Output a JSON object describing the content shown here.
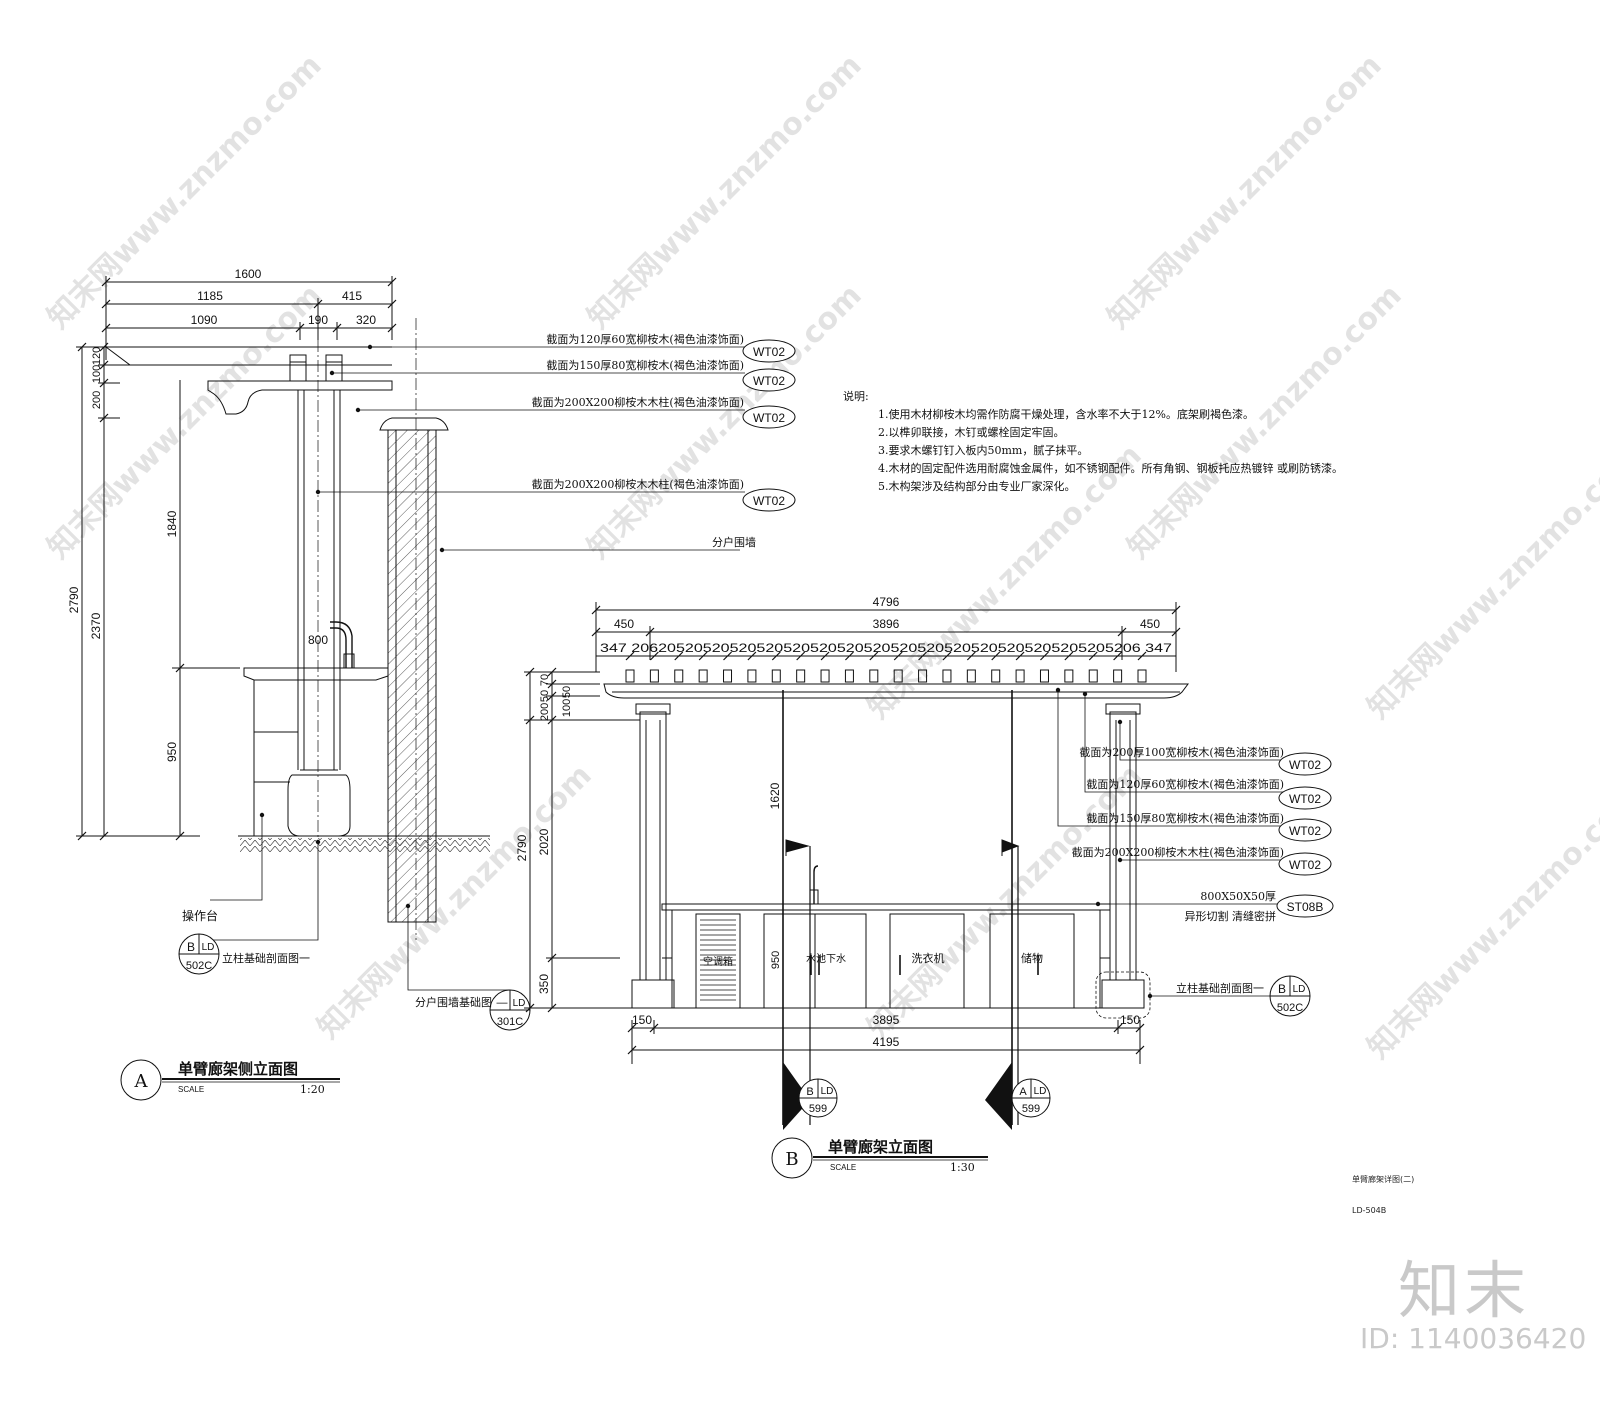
{
  "watermark": {
    "text": "知末网www.znzmo.com"
  },
  "notes": {
    "title": "说明:",
    "items": [
      "1.使用木材柳桉木均需作防腐干燥处理，含水率不大于12%。底架刷褐色漆。",
      "2.以榫卯联接，木钉或螺栓固定牢固。",
      "3.要求木螺钉钉入板内50mm，腻子抹平。",
      "4.木材的固定配件选用耐腐蚀金属件，如不锈钢配件。所有角钢、钢板托应热镀锌 或刷防锈漆。",
      "5.木构架涉及结构部分由专业厂家深化。"
    ]
  },
  "view_a": {
    "dims_top": [
      "1600",
      "1185",
      "415",
      "1090",
      "190",
      "320"
    ],
    "dims_left": [
      "120",
      "100",
      "200",
      "2790",
      "2370",
      "1840",
      "950"
    ],
    "dim_800": "800",
    "callouts": [
      {
        "text": "截面为120厚60宽柳桉木(褐色油漆饰面)",
        "tag": "WT02"
      },
      {
        "text": "截面为150厚80宽柳桉木(褐色油漆饰面)",
        "tag": "WT02"
      },
      {
        "text": "截面为200X200柳桉木木柱(褐色油漆饰面)",
        "tag": "WT02"
      },
      {
        "text": "截面为200X200柳桉木木柱(褐色油漆饰面)",
        "tag": "WT02"
      }
    ],
    "wall_label": "分户围墙",
    "bench_label": "操作台",
    "ref1": {
      "top_left": "B",
      "top_right": "LD",
      "bottom": "502C",
      "label": "立柱基础剖面图一"
    },
    "ref2": {
      "top_left": "—",
      "top_right": "LD",
      "bottom": "301C",
      "label": "分户围墙基础图"
    },
    "title": {
      "letter": "A",
      "name": "单臂廊架侧立面图",
      "scale_label": "SCALE",
      "scale": "1:20"
    }
  },
  "view_b": {
    "dims_top": [
      "4796",
      "450",
      "3896",
      "450"
    ],
    "rafter_dims": "347 206205205205205205205205205205205205205205205205205205206 347",
    "dims_left": [
      "70",
      "50",
      "50",
      "200",
      "100",
      "2790",
      "2020",
      "350"
    ],
    "dim_1620": "1620",
    "dim_950": "950",
    "dim_bottom": [
      "150",
      "3895",
      "150",
      "4195"
    ],
    "callouts": [
      {
        "text": "截面为200厚100宽柳桉木(褐色油漆饰面)",
        "tag": "WT02"
      },
      {
        "text": "截面为120厚60宽柳桉木(褐色油漆饰面)",
        "tag": "WT02"
      },
      {
        "text": "截面为150厚80宽柳桉木(褐色油漆饰面)",
        "tag": "WT02"
      },
      {
        "text": "截面为200X200柳桉木木柱(褐色油漆饰面)",
        "tag": "WT02"
      }
    ],
    "stone": {
      "line1": "800X50X50厚",
      "line2": "异形切割 清缝密拼",
      "tag": "ST08B"
    },
    "cabinets": [
      "空调箱",
      "水池下水",
      "洗衣机",
      "储物"
    ],
    "ref1": {
      "top_left": "B",
      "top_right": "LD",
      "bottom": "502C",
      "label": "立柱基础剖面图一"
    },
    "section_b": {
      "top_left": "B",
      "top_right": "LD",
      "bottom": "599"
    },
    "section_a": {
      "top_left": "A",
      "top_right": "LD",
      "bottom": "599"
    },
    "title": {
      "letter": "B",
      "name": "单臂廊架立面图",
      "scale_label": "SCALE",
      "scale": "1:30"
    }
  },
  "sheet": {
    "name": "单臂廊架详图(二)",
    "number": "LD-504B"
  },
  "brand": {
    "name": "知末",
    "id": "ID: 1140036420"
  }
}
